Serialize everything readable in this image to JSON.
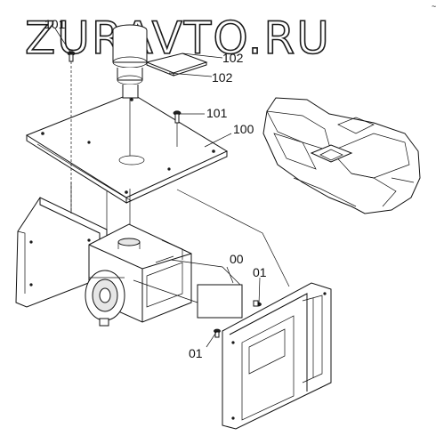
{
  "watermark": "ZURAVTO.RU",
  "corner_mark": "~",
  "callouts": {
    "c101_top": "101",
    "c102_a": "102",
    "c102_b": "102",
    "c101_mid": "101",
    "c100": "100",
    "c00": "00",
    "c01_right": "01",
    "c01_bottom": "01"
  },
  "colors": {
    "ink": "#111111",
    "paper": "#ffffff"
  }
}
